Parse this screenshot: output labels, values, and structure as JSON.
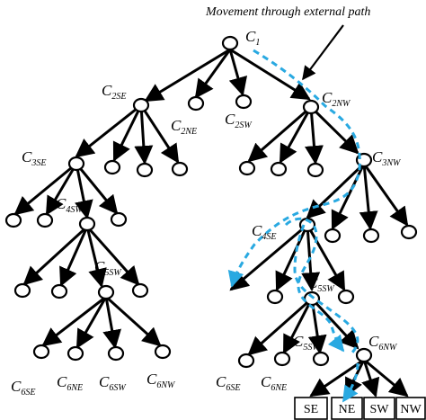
{
  "annotation": "Movement through external path",
  "labels": {
    "c1": {
      "main": "C",
      "sub": "1"
    },
    "c2se": {
      "main": "C",
      "sub": "2SE"
    },
    "c2ne": {
      "main": "C",
      "sub": "2NE"
    },
    "c2sw": {
      "main": "C",
      "sub": "2SW"
    },
    "c2nw": {
      "main": "C",
      "sub": "2NW"
    },
    "c3se": {
      "main": "C",
      "sub": "3SE"
    },
    "c3nw": {
      "main": "C",
      "sub": "3NW"
    },
    "c4sw": {
      "main": "C",
      "sub": "4SW"
    },
    "c4se": {
      "main": "C",
      "sub": "4SE"
    },
    "c5sw_l": {
      "main": "C",
      "sub": "5SW"
    },
    "c5sw_r": {
      "main": "C",
      "sub": "5SW"
    },
    "c5sw_r2": {
      "main": "C",
      "sub": "5SW"
    },
    "c6nw_r": {
      "main": "C",
      "sub": "6NW"
    },
    "c6se_l": {
      "main": "C",
      "sub": "6SE"
    },
    "c6ne_l": {
      "main": "C",
      "sub": "6NE"
    },
    "c6sw_l": {
      "main": "C",
      "sub": "6SW"
    },
    "c6nw_l": {
      "main": "C",
      "sub": "6NW"
    },
    "c6se_r": {
      "main": "C",
      "sub": "6SE"
    },
    "c6ne_r": {
      "main": "C",
      "sub": "6NE"
    }
  },
  "quadrants": [
    "SE",
    "NE",
    "SW",
    "NW"
  ],
  "colors": {
    "line": "#000000",
    "path": "#29a9e1"
  }
}
